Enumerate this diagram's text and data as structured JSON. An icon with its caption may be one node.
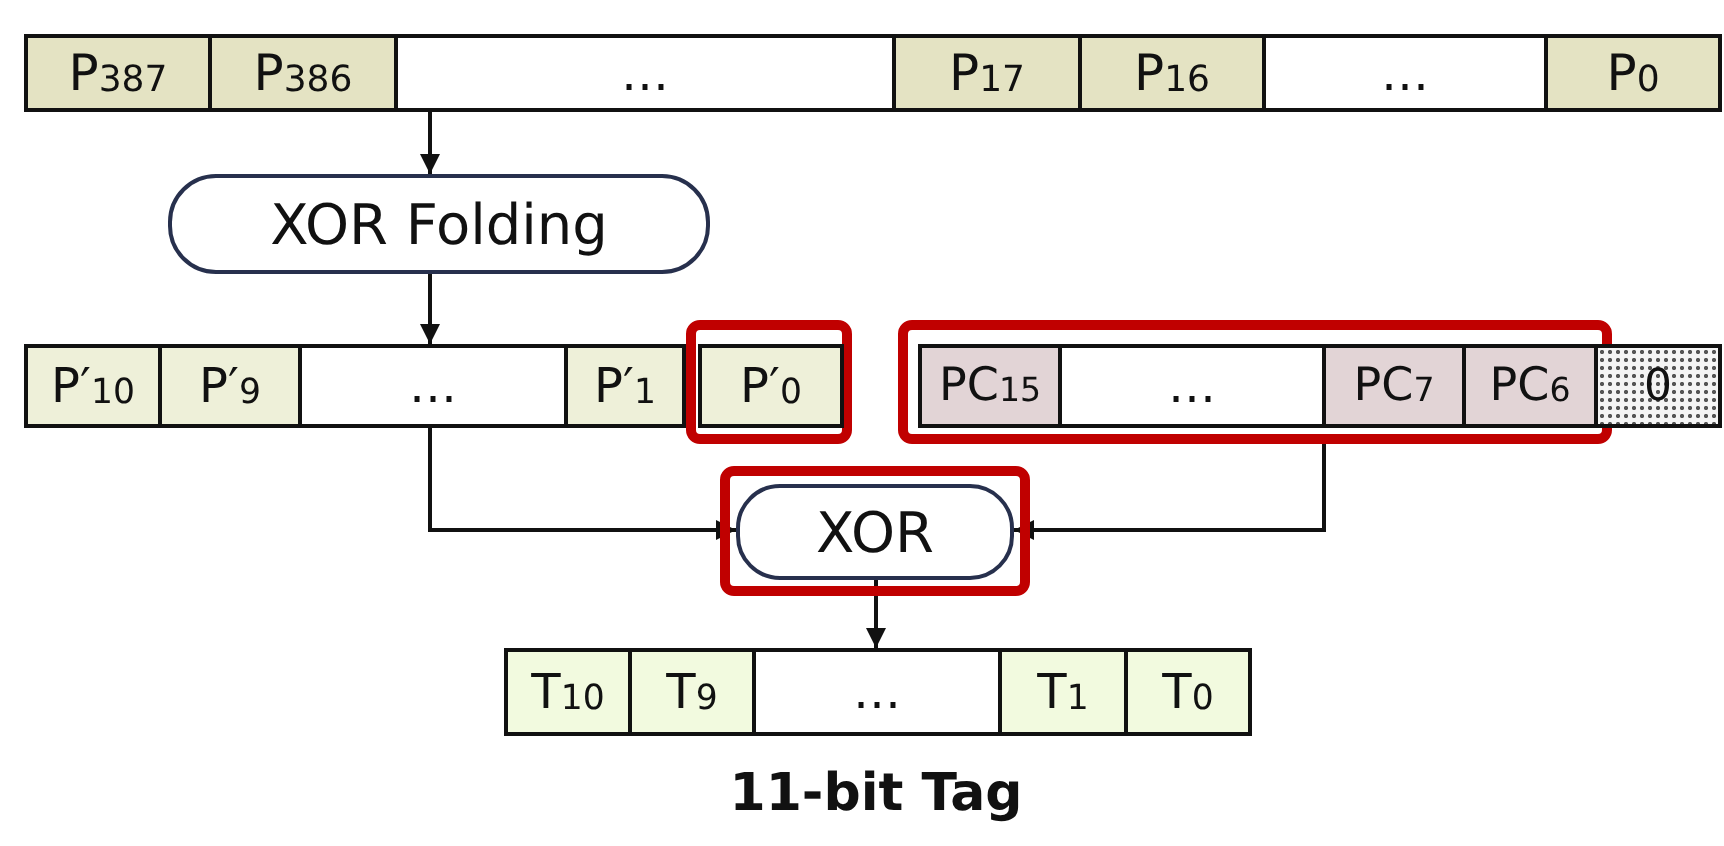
{
  "diagram": {
    "caption": "11-bit Tag",
    "nodes": [
      {
        "text": [
          "P$_{387}$"
        ]
      },
      {
        "text": [
          "P$_{386}$"
        ]
      },
      {
        "text": [
          "…"
        ]
      },
      {
        "text": [
          "P$_{17}$"
        ]
      },
      {
        "text": [
          "P$_{16}$"
        ]
      },
      {
        "text": [
          "…"
        ]
      },
      {
        "text": [
          "P$_{0}$"
        ]
      },
      {
        "text": [
          "XOR Folding"
        ]
      },
      {
        "text": [
          "P′$_{10}$"
        ]
      },
      {
        "text": [
          "P′$_{9}$"
        ]
      },
      {
        "text": [
          "…"
        ]
      },
      {
        "text": [
          "P′$_{1}$"
        ]
      },
      {
        "text": [],
        "shape": "box"
      },
      {
        "text": [
          "P′$_{0}$"
        ],
        "in": 12
      },
      {
        "text": [],
        "shape": "box"
      },
      {
        "text": [
          "PC$_{15}$"
        ],
        "in": 14
      },
      {
        "text": [
          "…"
        ],
        "in": 14
      },
      {
        "text": [
          "PC$_{7}$"
        ],
        "in": 14
      },
      {
        "text": [
          "PC$_{6}$"
        ],
        "in": 14
      },
      {
        "text": [
          "0"
        ]
      },
      {
        "text": [],
        "shape": "box"
      },
      {
        "text": [
          "XOR"
        ],
        "in": 20
      },
      {
        "text": [
          "T$_{10}$"
        ]
      },
      {
        "text": [
          "T$_{9}$"
        ]
      },
      {
        "text": [
          "…"
        ]
      },
      {
        "text": [
          "T$_{1}$"
        ]
      },
      {
        "text": [
          "T$_{0}$"
        ]
      }
    ],
    "edges": [
      {
        "from": 2,
        "to": 7,
        "arrow": "to"
      },
      {
        "from": 7,
        "to": 10,
        "arrow": "to"
      },
      {
        "from": 10,
        "to": 21,
        "arrow": "to"
      },
      {
        "from": 14,
        "to": 21,
        "arrow": "to"
      },
      {
        "from": 21,
        "to": 24,
        "arrow": "to"
      }
    ]
  }
}
